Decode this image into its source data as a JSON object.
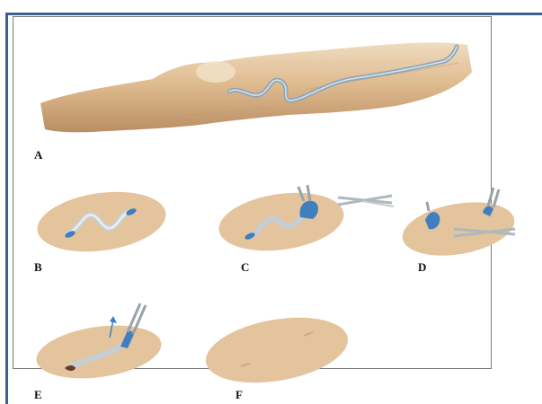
{
  "panels": {
    "a": {
      "label": "A"
    },
    "b": {
      "label": "B"
    },
    "c": {
      "label": "C"
    },
    "d": {
      "label": "D"
    },
    "e": {
      "label": "E"
    },
    "f": {
      "label": "F"
    }
  },
  "colors": {
    "skin": "#e3c49c",
    "skin_dark": "#c9a57a",
    "vein": "#8ea6b8",
    "blue_instrument": "#3f7fbf",
    "frame_rule": "#3d5f8f",
    "box_border": "#7a7a7a"
  },
  "icons": [
    "leg-illustration",
    "skin-incision-oval",
    "vein-hook-icon",
    "clamp-icon",
    "arrow-up-icon"
  ]
}
